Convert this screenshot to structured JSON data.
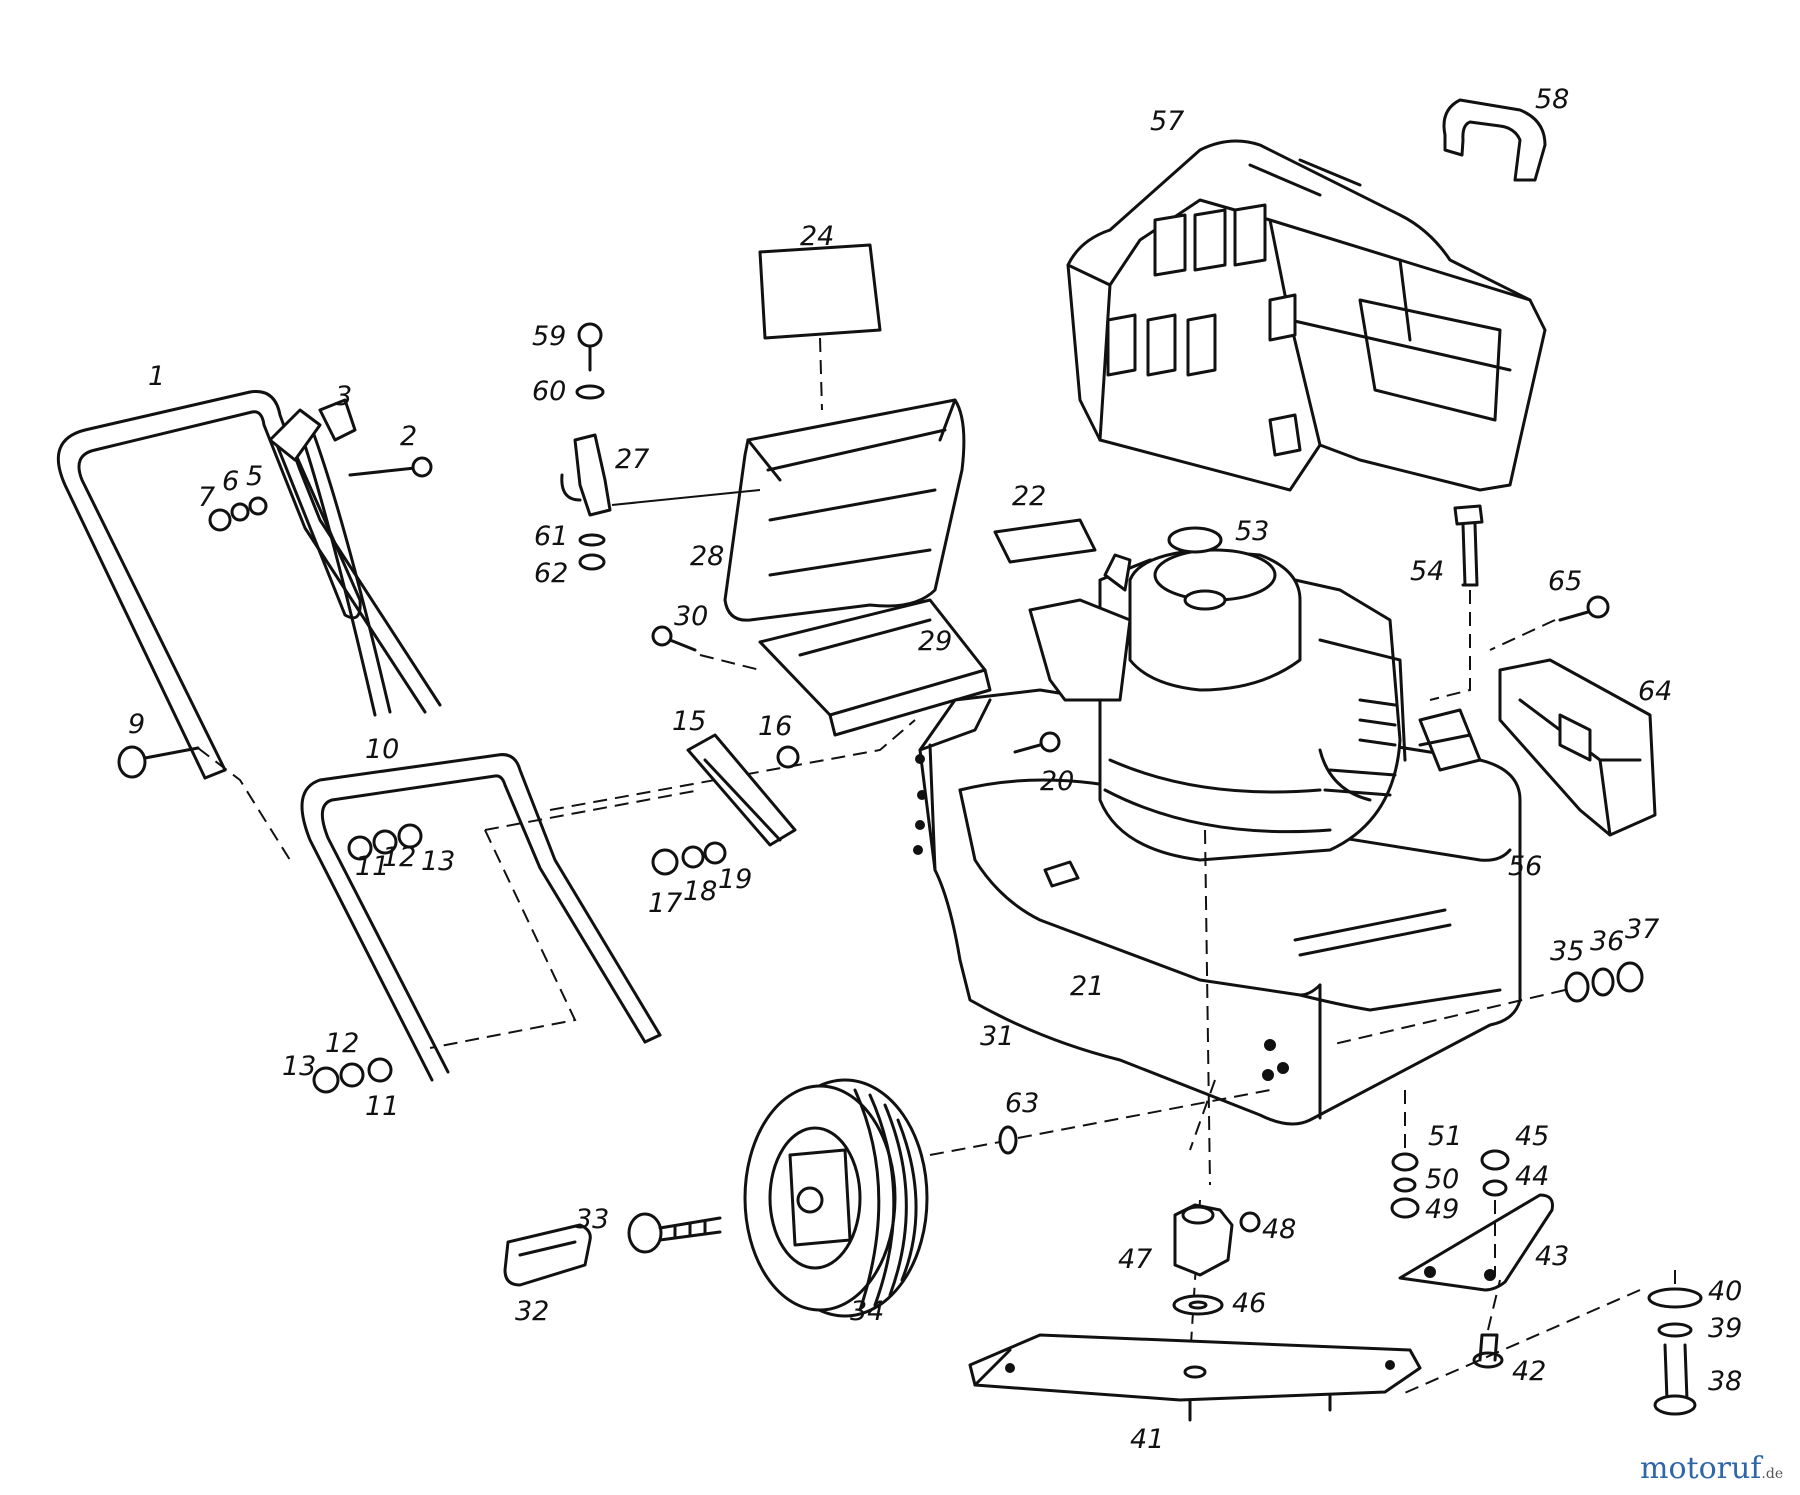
{
  "callouts": [
    "1",
    "2",
    "3",
    "5",
    "6",
    "7",
    "9",
    "10",
    "11",
    "12",
    "13",
    "15",
    "16",
    "17",
    "18",
    "19",
    "20",
    "21",
    "22",
    "24",
    "27",
    "28",
    "29",
    "30",
    "31",
    "32",
    "33",
    "34",
    "35",
    "36",
    "37",
    "38",
    "39",
    "40",
    "41",
    "42",
    "43",
    "44",
    "45",
    "46",
    "47",
    "48",
    "49",
    "50",
    "51",
    "53",
    "54",
    "56",
    "57",
    "58",
    "59",
    "60",
    "61",
    "62",
    "63",
    "64",
    "65"
  ],
  "watermark": {
    "brand": "motoruf",
    "tld": ".de",
    "colors": [
      "#2f66a8",
      "#c9302c",
      "#3a9a3a",
      "#e0a020"
    ]
  }
}
